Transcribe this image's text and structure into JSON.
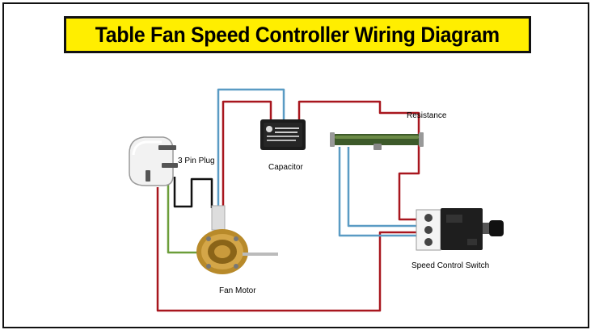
{
  "title": "Table Fan Speed Controller Wiring Diagram",
  "labels": {
    "plug": "3 Pin Plug",
    "capacitor": "Capacitor",
    "resistance": "Resistance",
    "motor": "Fan Motor",
    "switch": "Speed Control Switch"
  },
  "colors": {
    "title_bg": "#ffee00",
    "wire_red": "#a8161e",
    "wire_blue": "#5a9bc4",
    "wire_green": "#6c9e3a",
    "wire_black": "#111111"
  }
}
